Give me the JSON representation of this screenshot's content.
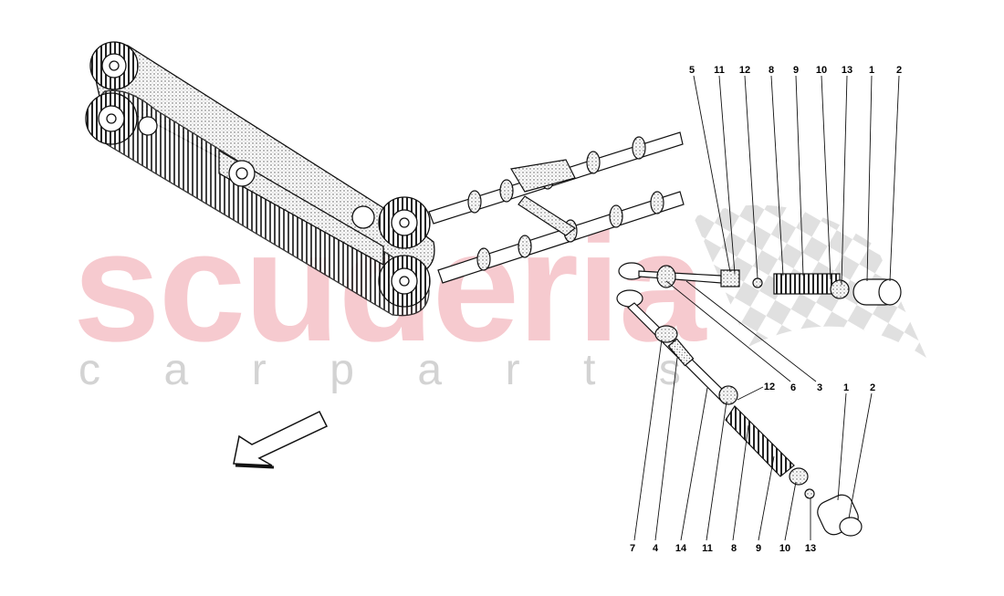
{
  "watermark": {
    "brand": "scuderia",
    "tagline_letters": [
      "c",
      "a",
      "r",
      "p",
      "a",
      "r",
      "t",
      "s"
    ]
  },
  "colors": {
    "watermark_red": "#f4b9bf",
    "watermark_grey": "#d3d3d3",
    "line": "#111111"
  },
  "callouts": {
    "upper": [
      "5",
      "11",
      "12",
      "8",
      "9",
      "10",
      "13",
      "1",
      "2"
    ],
    "upper_mid": [
      "6",
      "3"
    ],
    "lower_right": [
      "12",
      "1",
      "2"
    ],
    "bottom": [
      "7",
      "4",
      "14",
      "11",
      "8",
      "9",
      "10",
      "13"
    ]
  },
  "icons": [
    "direction-arrow-icon"
  ]
}
